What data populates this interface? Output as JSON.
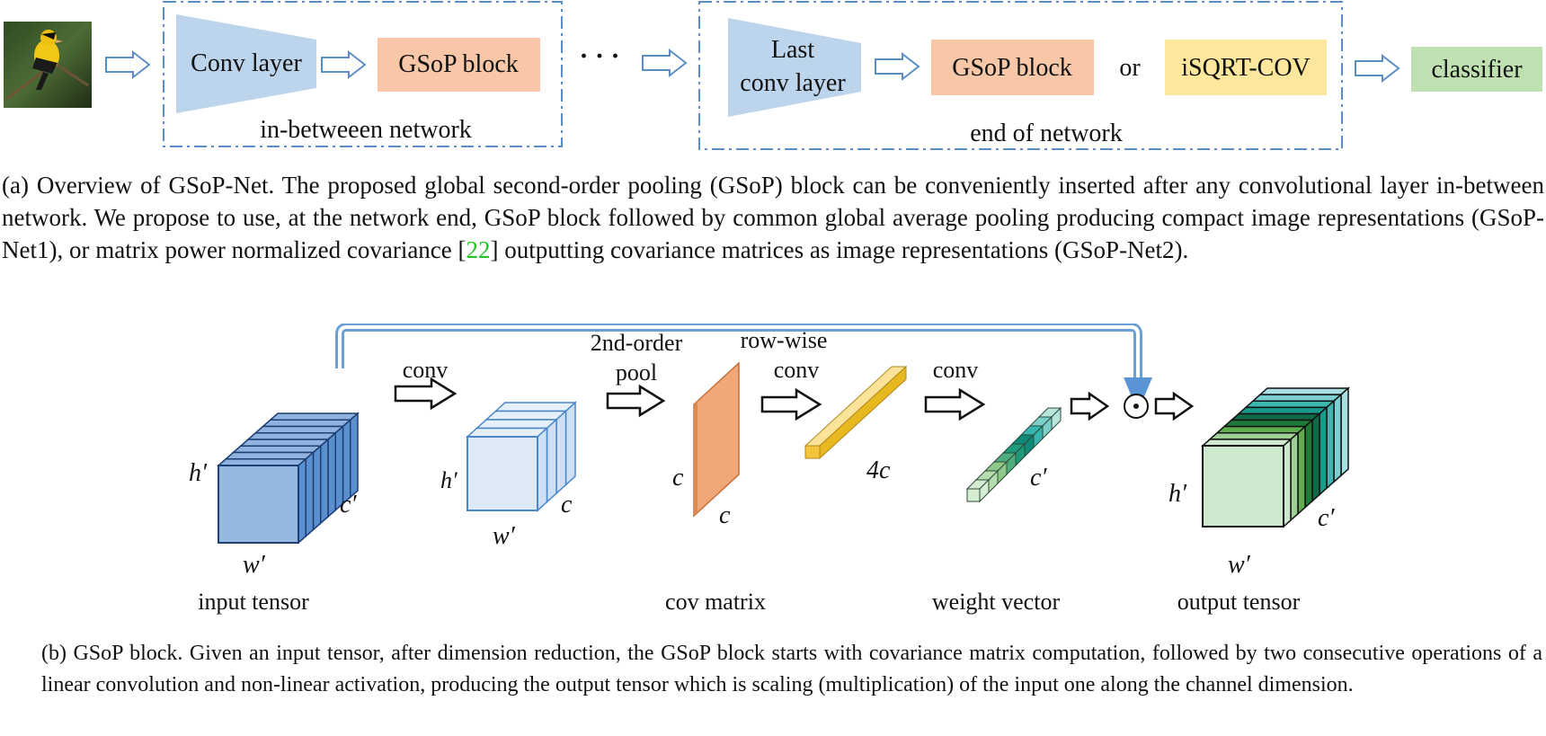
{
  "top": {
    "conv_layer": "Conv layer",
    "gsop_block_1": "GSoP block",
    "ellipsis": "· · ·",
    "in_between_label": "in-betweeen network",
    "last_conv_line1": "Last",
    "last_conv_line2": "conv layer",
    "gsop_block_2": "GSoP block",
    "or": "or",
    "isqrt": "iSQRT-COV",
    "classifier": "classifier",
    "end_label": "end of network"
  },
  "caption_a": {
    "before": "(a) Overview of GSoP-Net. The proposed global second-order pooling (GSoP) block can be conveniently inserted after any convolutional layer in-between network.  We propose to use, at the network end, GSoP block followed by common global average pooling producing compact image representations (GSoP-Net1), or matrix power normalized covariance [",
    "cite": "22",
    "after": "] outputting covariance matrices as image representations (GSoP-Net2)."
  },
  "bottom": {
    "h_prime": "h′",
    "w_prime": "w′",
    "c_prime": "c′",
    "c": "c",
    "four_c": "4c",
    "conv": "conv",
    "pool_line1": "2nd-order",
    "pool_line2": "pool",
    "rowwise_line1": "row-wise",
    "rowwise_line2": "conv",
    "odot": "⊙",
    "input_tensor": "input tensor",
    "cov_matrix": "cov matrix",
    "weight_vector": "weight vector",
    "output_tensor": "output tensor"
  },
  "caption_b": "(b) GSoP block.  Given an input tensor, after dimension reduction, the GSoP block starts with covariance matrix computation, followed by two consecutive operations of a linear convolution and non-linear activation, producing the output tensor which is scaling (multiplication) of the input one along the channel dimension.",
  "colors": {
    "dash_box": "#5b8ec8",
    "conv_trapezoid": "#bcd4ec",
    "gsop_block": "#f7c7a7",
    "isqrt_box": "#fde79c",
    "classifier_box": "#bfe0b0",
    "input_tensor_front": "#95b8e0",
    "input_tensor_slice": "#5c8fcf",
    "mid_tensor": "#dde9f7",
    "cov_matrix": "#f1a878",
    "rowwise_bar": "#f8d26a",
    "skip_arrow": "#6a9fd6",
    "output_front": "#cde8cd",
    "cite": "#22c422"
  }
}
